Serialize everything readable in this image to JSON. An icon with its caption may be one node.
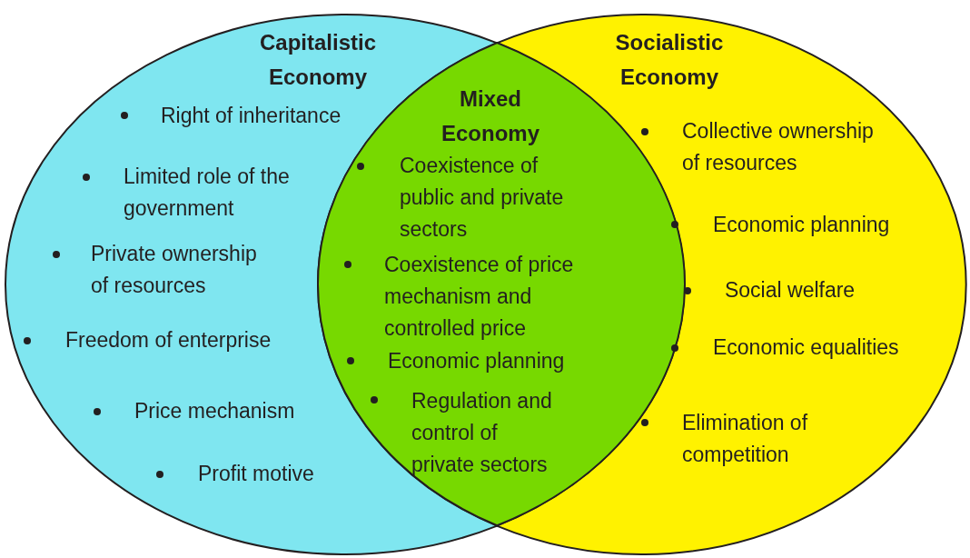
{
  "diagram": {
    "nodes": [
      {
        "text": [
          "Capitalistic Economy",
          "Right of inheritance",
          "Limited role of the government",
          "Private ownership of resources",
          "Freedom of enterprise",
          "Price mechanism",
          "Profit motive"
        ]
      },
      {
        "text": [
          "Mixed Economy",
          "Coexistence of public and private sectors",
          "Coexistence of price mechanism and controlled price",
          "Economic planning",
          "Regulation and control of private sectors"
        ]
      },
      {
        "text": [
          "Socialistic Economy",
          "Collective ownership of resources",
          "Economic planning",
          "Social welfare",
          "Economic equalities",
          "Elimination of competition"
        ]
      }
    ]
  }
}
